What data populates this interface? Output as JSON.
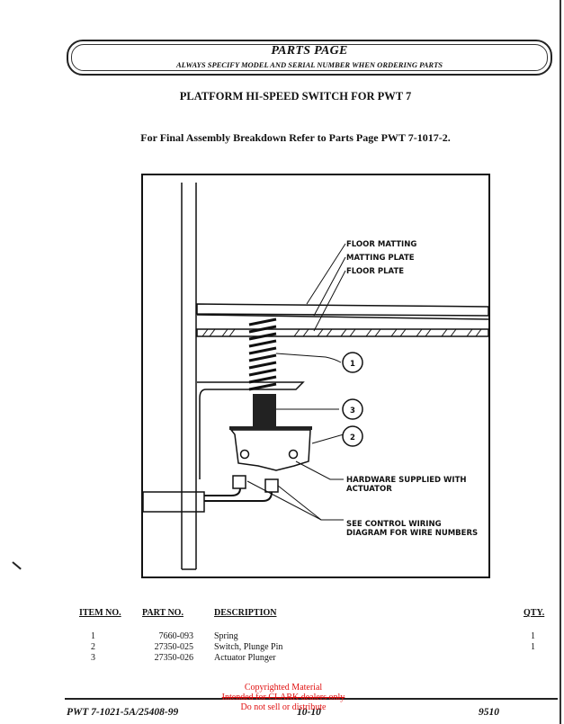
{
  "header": {
    "title": "PARTS PAGE",
    "subtitle": "ALWAYS SPECIFY MODEL AND SERIAL NUMBER WHEN ORDERING PARTS"
  },
  "title": "PLATFORM HI-SPEED SWITCH FOR PWT 7",
  "reference": "For Final Assembly Breakdown Refer to Parts Page PWT 7-1017-2.",
  "drawing": {
    "labels": {
      "floor_matting": "FLOOR MATTING",
      "matting_plate": "MATTING PLATE",
      "floor_plate": "FLOOR PLATE",
      "hardware_1": "HARDWARE SUPPLIED WITH",
      "hardware_2": "ACTUATOR",
      "wiring_1": "SEE CONTROL WIRING",
      "wiring_2": "DIAGRAM FOR WIRE NUMBERS"
    },
    "callouts": [
      "1",
      "3",
      "2"
    ]
  },
  "parts_table": {
    "headers": {
      "item": "ITEM NO.",
      "part": "PART NO.",
      "description": "DESCRIPTION",
      "qty": "QTY."
    },
    "rows": [
      {
        "item": "1",
        "part": "7660-093",
        "description": "Spring",
        "qty": "1"
      },
      {
        "item": "2",
        "part": "27350-025",
        "description": "Switch, Plunge Pin",
        "qty": "1"
      },
      {
        "item": "3",
        "part": "27350-026",
        "description": "Actuator Plunger",
        "qty": ""
      }
    ]
  },
  "footer": {
    "doc_number": "PWT 7-1021-5A/25408-99",
    "page": "10-10",
    "date_code": "9510"
  },
  "watermark": {
    "line1": "Copyrighted Material",
    "line2": "Intended for CLARK dealers only",
    "line3": "Do not sell or distribute"
  }
}
